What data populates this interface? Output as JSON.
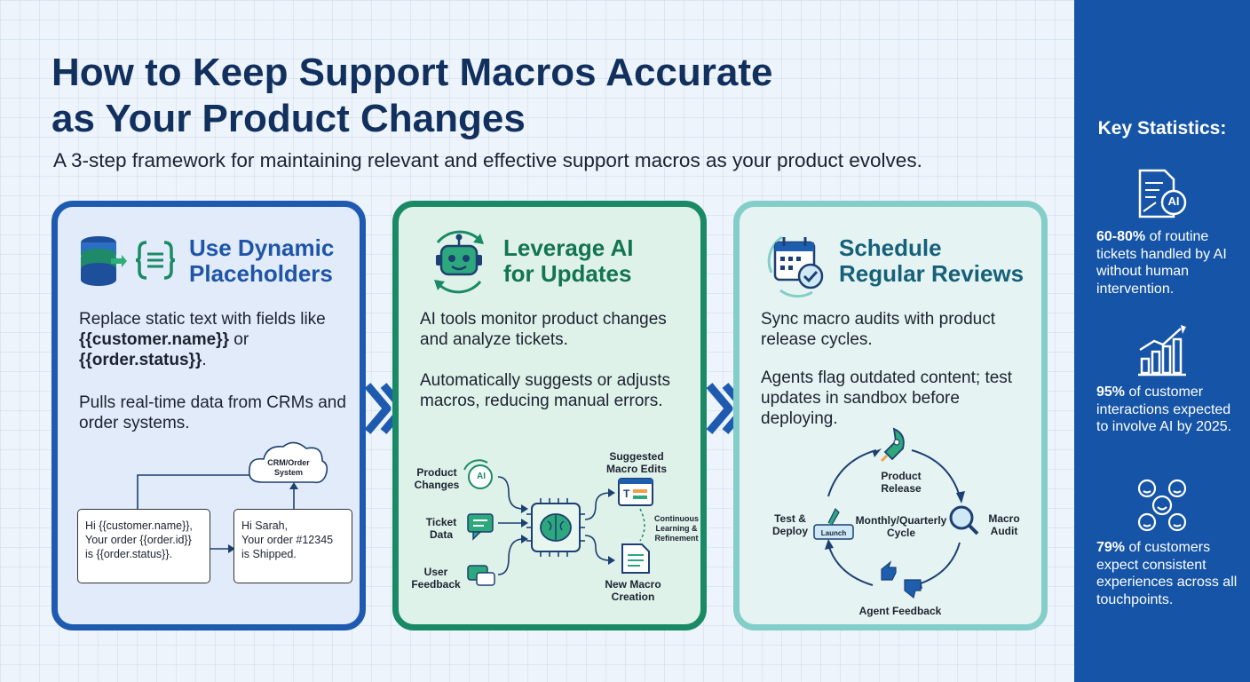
{
  "header": {
    "title_line1": "How to Keep Support Macros Accurate",
    "title_line2": "as Your Product Changes",
    "subtitle": "A 3-step framework for maintaining relevant and effective support macros as your product evolves."
  },
  "cards": [
    {
      "title_line1": "Use Dynamic",
      "title_line2": "Placeholders",
      "p1_a": "Replace static text with fields like ",
      "p1_b": "{{customer.name}}",
      "p1_c": " or ",
      "p1_d": "{{order.status}}",
      "p1_e": ".",
      "p2": "Pulls real-time data from CRMs and order systems.",
      "diagram": {
        "cloud_label": "CRM/Order System",
        "template_lines": [
          "Hi {{customer.name}},",
          "Your order {{order.id}}",
          "is {{order.status}}."
        ],
        "output_lines": [
          "Hi Sarah,",
          "Your order #12345",
          "is Shipped."
        ]
      }
    },
    {
      "title_line1": "Leverage AI",
      "title_line2": "for Updates",
      "p1": "AI tools monitor product changes and analyze tickets.",
      "p2": "Automatically suggests or adjusts macros, reducing manual errors.",
      "diagram": {
        "in1": "Product Changes",
        "in2": "Ticket Data",
        "in3": "User Feedback",
        "out1": "Suggested Macro Edits",
        "out2": "New Macro Creation",
        "loop": "Continuous Learning & Refinement",
        "ai_badge": "AI"
      }
    },
    {
      "title_line1": "Schedule",
      "title_line2": "Regular Reviews",
      "p1": "Sync macro audits with product release cycles.",
      "p2": "Agents flag outdated content; test updates in sandbox before deploying.",
      "diagram": {
        "top": "Product Release",
        "right": "Macro Audit",
        "bottom": "Agent Feedback",
        "left": "Test & Deploy",
        "center": "Monthly/Quarterly Cycle",
        "launch": "Launch"
      }
    }
  ],
  "sidebar": {
    "title": "Key Statistics:",
    "ai_badge": "AI",
    "stats": [
      {
        "bold": "60-80%",
        "rest": " of routine tickets handled by AI without human intervention."
      },
      {
        "bold": "95%",
        "rest": " of customer interactions expected to involve AI by 2025."
      },
      {
        "bold": "79%",
        "rest": " of customers expect consistent experiences across all touchpoints."
      }
    ]
  },
  "colors": {
    "blue": "#1e5ab0",
    "green": "#1a8a66",
    "teal": "#84cec9",
    "navy": "#12305e",
    "sidebar": "#1554a6"
  }
}
